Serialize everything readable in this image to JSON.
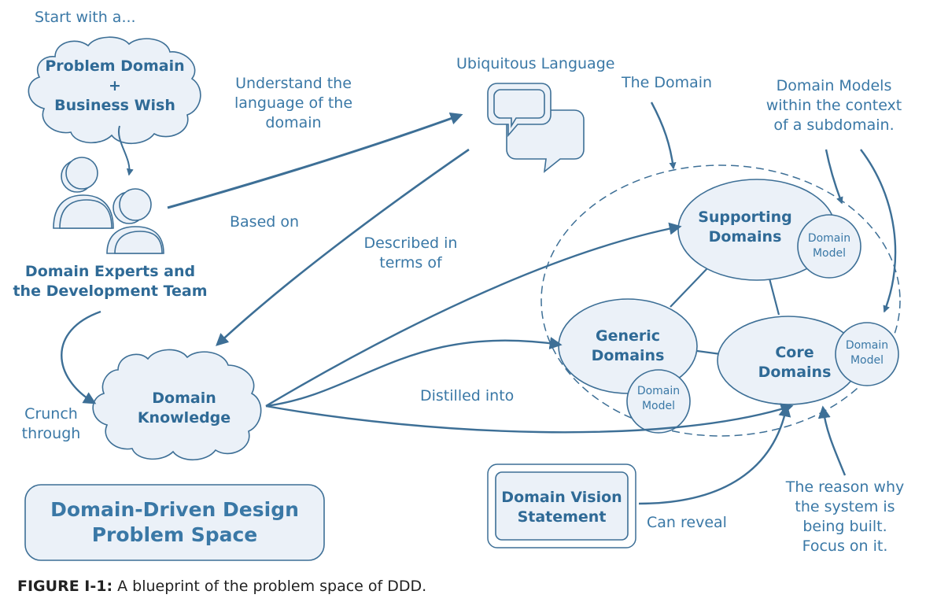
{
  "diagram": {
    "start": "Start with a...",
    "problem_domain": [
      "Problem Domain",
      "+",
      "Business Wish"
    ],
    "experts": [
      "Domain Experts and",
      "the Development Team"
    ],
    "understand": [
      "Understand the",
      "language of the",
      "domain"
    ],
    "ubiquitous_language": "Ubiquitous Language",
    "the_domain": "The Domain",
    "domain_models_note": [
      "Domain Models",
      "within the context",
      "of a subdomain."
    ],
    "based_on": "Based on",
    "described": [
      "Described in",
      "terms of"
    ],
    "supporting": [
      "Supporting",
      "Domains"
    ],
    "generic": [
      "Generic",
      "Domains"
    ],
    "core": [
      "Core",
      "Domains"
    ],
    "domain_model": [
      "Domain",
      "Model"
    ],
    "crunch": [
      "Crunch",
      "through"
    ],
    "domain_knowledge": [
      "Domain",
      "Knowledge"
    ],
    "distilled": "Distilled into",
    "title_box": [
      "Domain-Driven Design",
      "Problem Space"
    ],
    "vision": [
      "Domain Vision",
      "Statement"
    ],
    "can_reveal": "Can reveal",
    "reason": [
      "The reason why",
      "the system is",
      "being built.",
      "Focus on it."
    ]
  },
  "caption": {
    "label": "FIGURE I-1:",
    "text": " A blueprint of the problem space of DDD."
  },
  "colors": {
    "primary": "#3a78a6",
    "stroke": "#3d6f96",
    "fill": "#ebf1f8"
  }
}
